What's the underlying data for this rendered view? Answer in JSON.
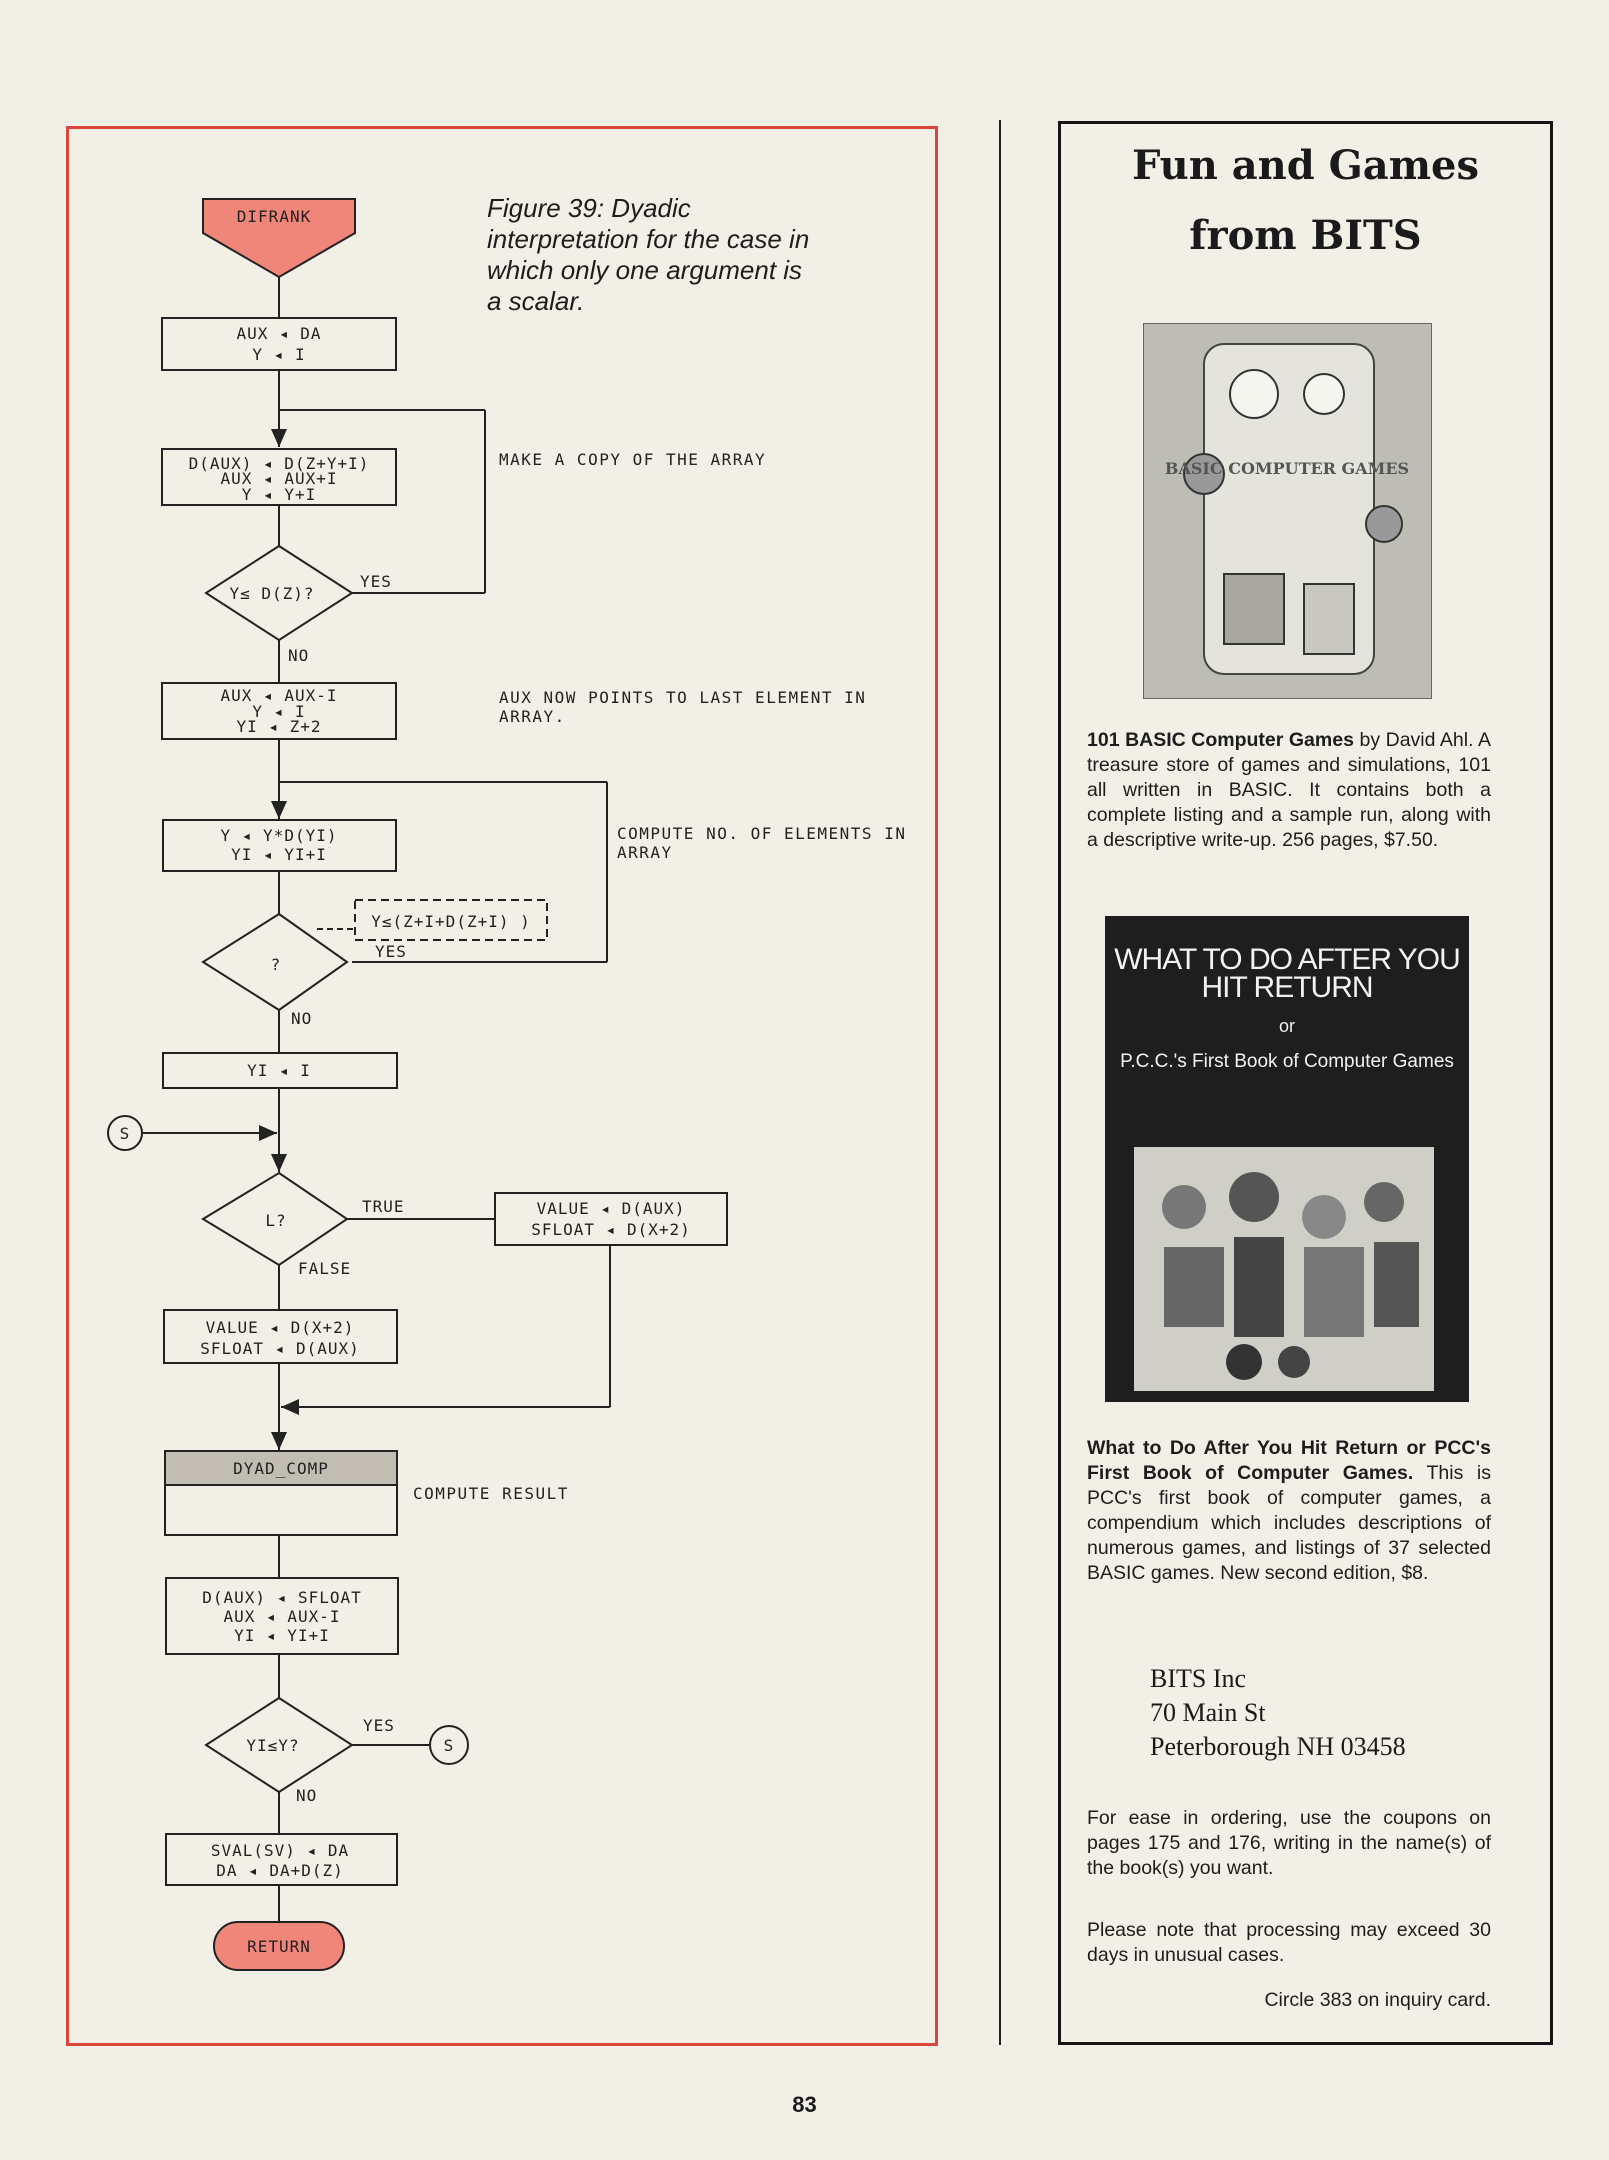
{
  "flowchart": {
    "start_label": "DIFRANK",
    "box1_lines": [
      "AUX ◂ DA",
      "Y ◂ I"
    ],
    "box2_lines": [
      "D(AUX) ◂ D(Z+Y+I)",
      "AUX ◂ AUX+I",
      "Y ◂ Y+I"
    ],
    "decision1": "Y≤ D(Z)?",
    "yes": "YES",
    "no": "NO",
    "box3_lines": [
      "AUX ◂ AUX-I",
      "Y ◂ I",
      "YI ◂ Z+2"
    ],
    "box4_lines": [
      "Y ◂ Y*D(YI)",
      "YI ◂ YI+I"
    ],
    "decision2": "?",
    "decision2_condition": "Y≤(Z+I+D(Z+I) )",
    "box5_lines": [
      "YI ◂ I"
    ],
    "connector": "S",
    "decision3": "L?",
    "true_label": "TRUE",
    "false_label": "FALSE",
    "box_true_lines": [
      "VALUE ◂ D(AUX)",
      "SFLOAT ◂ D(X+2)"
    ],
    "box_false_lines": [
      "VALUE ◂ D(X+2)",
      "SFLOAT ◂ D(AUX)"
    ],
    "subroutine": "DYAD_COMP",
    "box6_lines": [
      "D(AUX) ◂ SFLOAT",
      "AUX ◂ AUX-I",
      "YI ◂ YI+I"
    ],
    "decision4": "YI≤Y?",
    "box7_lines": [
      "SVAL(SV) ◂ DA",
      "DA ◂ DA+D(Z)"
    ],
    "end_label": "RETURN",
    "colors": {
      "terminal": "#f0857a",
      "subroutine": "#c2bdb3",
      "frame": "#d9473a"
    }
  },
  "caption": "Figure 39: Dyadic interpretation for the case in which only one argument is a scalar.",
  "notes": {
    "copy": "MAKE A COPY OF THE ARRAY",
    "aux": "AUX NOW POINTS TO LAST ELEMENT IN ARRAY.",
    "count": "COMPUTE NO. OF ELEMENTS IN ARRAY",
    "result": "COMPUTE RESULT"
  },
  "ad": {
    "title_line1": "Fun and Games",
    "title_line2": "from BITS",
    "book1_cover": "BASIC COMPUTER GAMES",
    "book1_title": "101 BASIC Computer Games",
    "book1_desc": "by David Ahl. A treasure store of games and simulations, 101 all written in BASIC. It contains both a complete listing and a sample run, along with a descriptive write-up. 256 pages, $7.50.",
    "book2_cover_title": "WHAT TO DO AFTER YOU HIT RETURN",
    "book2_cover_or": "or",
    "book2_cover_sub": "P.C.C.'s First Book of Computer Games",
    "book2_title": "What to Do After You Hit Return or PCC's First Book of Computer Games.",
    "book2_desc": "This is PCC's first book of computer games, a compendium which includes descriptions of numerous games, and listings of 37 selected BASIC games. New second edition, $8.",
    "address_line1": "BITS Inc",
    "address_line2": "70 Main St",
    "address_line3": "Peterborough NH 03458",
    "ordering": "For ease in ordering, use the coupons on pages 175 and 176, writing in the name(s) of the book(s) you want.",
    "processing": "Please note that processing may exceed 30 days in unusual cases.",
    "inquiry": "Circle 383 on inquiry card."
  },
  "page_number": "83"
}
